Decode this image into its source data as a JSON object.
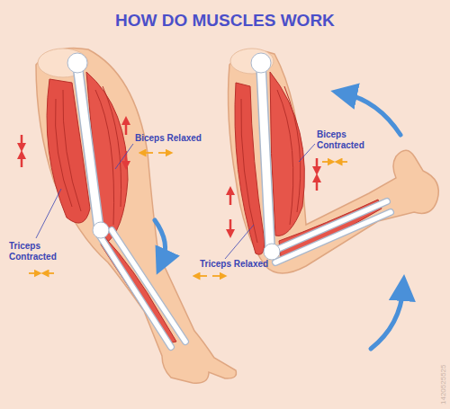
{
  "diagram": {
    "title": "HOW DO MUSCLES WORK",
    "labels": [
      "Biceps Relaxed",
      "Triceps Contracted",
      "Biceps Contracted",
      "Triceps Relaxed",
      "1420525525"
    ]
  }
}
